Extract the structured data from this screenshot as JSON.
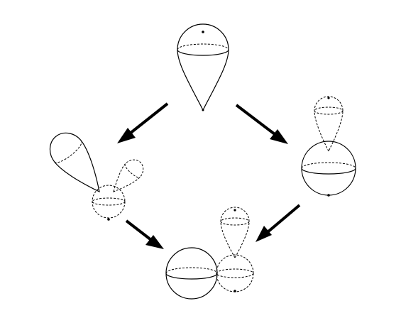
{
  "diagram": {
    "shapes": [
      {
        "name": "top-teardrop",
        "kind": "teardrop"
      },
      {
        "name": "left-large-teardrop",
        "kind": "teardrop"
      },
      {
        "name": "left-small-sphere",
        "kind": "dashed-sphere"
      },
      {
        "name": "left-small-teardrop",
        "kind": "dashed-teardrop"
      },
      {
        "name": "right-dashed-teardrop",
        "kind": "dashed-teardrop"
      },
      {
        "name": "right-sphere",
        "kind": "sphere"
      },
      {
        "name": "bottom-sphere",
        "kind": "sphere"
      },
      {
        "name": "bottom-small-sphere",
        "kind": "dashed-sphere"
      },
      {
        "name": "bottom-dashed-teardrop",
        "kind": "dashed-teardrop"
      }
    ],
    "arrows": [
      {
        "name": "arrow-top-to-left",
        "from": "top-teardrop",
        "to": "left-large-teardrop"
      },
      {
        "name": "arrow-top-to-right",
        "from": "top-teardrop",
        "to": "right-sphere"
      },
      {
        "name": "arrow-left-to-bottom",
        "from": "left-small-sphere",
        "to": "bottom-sphere"
      },
      {
        "name": "arrow-right-to-bottom",
        "from": "right-sphere",
        "to": "bottom-small-sphere"
      }
    ],
    "colors": {
      "stroke": "#000000",
      "background": "#ffffff"
    }
  }
}
